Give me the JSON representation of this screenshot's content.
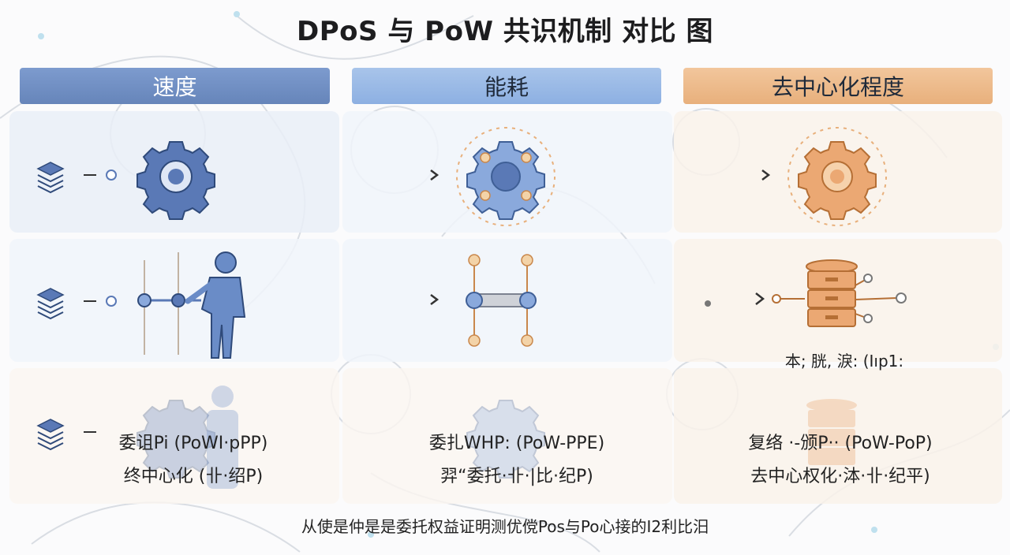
{
  "title": "DPoS 与 PoW 共识机制 对比 图",
  "columns": {
    "speed": "速度",
    "energy": "能耗",
    "decentralization": "去中心化程度"
  },
  "labels": {
    "decent_mid_note": "本;  胱,  淚: (Iıp1:",
    "speed_bottom_line1": "委诅Pi (PoWI·pPP)",
    "speed_bottom_line2": "终中心化 (卝·绍P)",
    "energy_bottom_line1": "委扎WHP: (PoW-PPE)",
    "energy_bottom_line2": "羿“委托·卝·|比·纪P)",
    "decent_bottom_line1": "复络 ·-颁P·· (PoW-PoP)",
    "decent_bottom_line2": "去中心权化·泍·卝·纪平)"
  },
  "footer": "从使是仲是是委托权益证明测优傥Pos与Po心接的I2利比汨",
  "colors": {
    "blue_dark": "#5a79b6",
    "blue_light": "#8aa9dc",
    "orange": "#e3a06a"
  }
}
